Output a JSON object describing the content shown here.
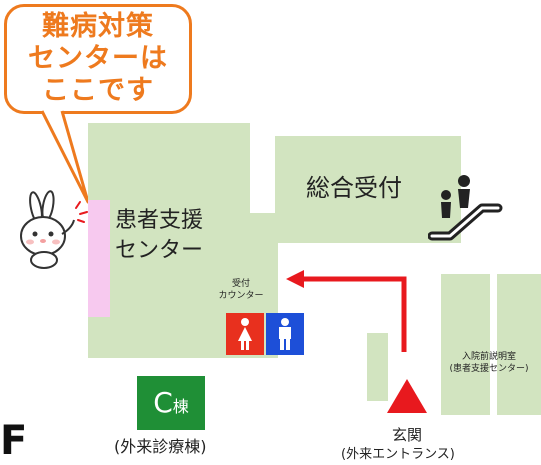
{
  "callout": {
    "lines": [
      "難病対策",
      "センターは",
      "ここです"
    ],
    "color": "#ee7a1e"
  },
  "rooms": {
    "patient_support": {
      "line1": "患者支援",
      "line2": "センター"
    },
    "general_reception": "総合受付",
    "reception_counter": {
      "line1": "受付",
      "line2": "カウンター"
    },
    "admission_explanation": {
      "line1": "入院前説明室",
      "line2": "(患者支援センター)"
    }
  },
  "building_c": {
    "letter": "C",
    "suffix": "棟",
    "caption": "(外来診療棟)",
    "color": "#1f8f36"
  },
  "entrance": {
    "label": "玄関",
    "caption": "(外来エントランス)",
    "marker_color": "#e8191e"
  },
  "floor": "F",
  "icons": {
    "escalator": "escalator-icon",
    "womens_restroom": "womens-restroom-icon",
    "mens_restroom": "mens-restroom-icon",
    "rabbit": "rabbit-mascot-icon"
  },
  "colors": {
    "room": "#d2e4c0",
    "highlight_strip": "#f7c9ef",
    "route_arrow": "#e8191e",
    "womens": "#e8301e",
    "mens": "#1d4fd8"
  }
}
